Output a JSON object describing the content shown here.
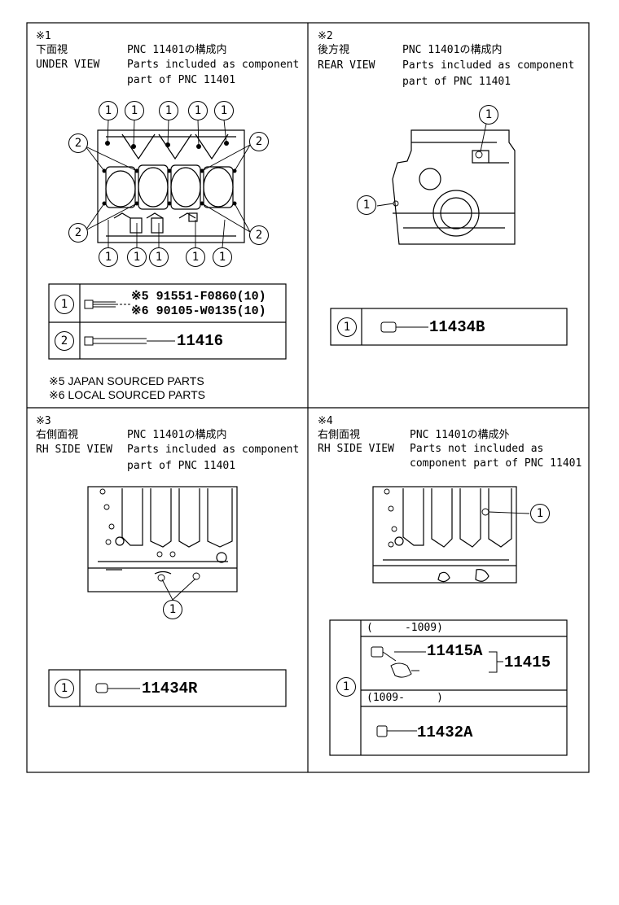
{
  "q1": {
    "mark": "※1",
    "view_jp": "下面視",
    "view_en": "UNDER VIEW",
    "desc_jp": "PNC 11401の構成内",
    "desc_en1": "Parts included as component",
    "desc_en2": "part of PNC 11401",
    "callouts": [
      "1",
      "2"
    ],
    "table": {
      "row1_no": "1",
      "row1_a": "※5 91551-F0860(10)",
      "row1_b": "※6 90105-W0135(10)",
      "row2_no": "2",
      "row2_part": "11416"
    },
    "note5": "※5 JAPAN SOURCED PARTS",
    "note6": "※6 LOCAL SOURCED PARTS"
  },
  "q2": {
    "mark": "※2",
    "view_jp": "後方視",
    "view_en": "REAR VIEW",
    "desc_jp": "PNC 11401の構成内",
    "desc_en1": "Parts included as component",
    "desc_en2": "part of PNC 11401",
    "callout": "1",
    "table": {
      "row1_no": "1",
      "row1_part": "11434B"
    }
  },
  "q3": {
    "mark": "※3",
    "view_jp": "右側面視",
    "view_en": "RH SIDE VIEW",
    "desc_jp": "PNC 11401の構成内",
    "desc_en1": "Parts included as component",
    "desc_en2": "part of PNC 11401",
    "callout": "1",
    "table": {
      "row1_no": "1",
      "row1_part": "11434R"
    }
  },
  "q4": {
    "mark": "※4",
    "view_jp": "右側面視",
    "view_en": "RH SIDE VIEW",
    "desc_jp": "PNC 11401の構成外",
    "desc_en1": "Parts not included as",
    "desc_en2": "component part of PNC 11401",
    "callout": "1",
    "table": {
      "row_no": "1",
      "range1": "(     -1009)",
      "part_a": "11415A",
      "part_group": "11415",
      "range2": "(1009-     )",
      "part_b": "11432A"
    }
  }
}
